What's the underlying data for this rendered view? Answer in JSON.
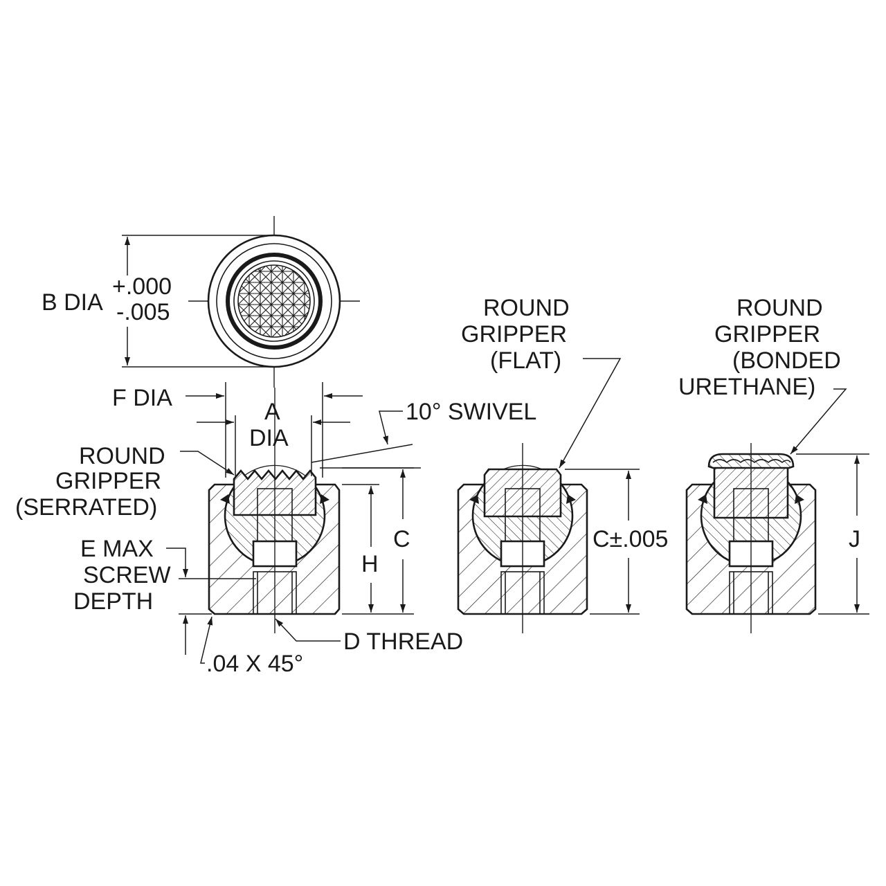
{
  "colors": {
    "ink": "#1a1a1a",
    "paper": "#ffffff"
  },
  "top_view": {
    "b_dia": "B DIA",
    "tol_plus": "+.000",
    "tol_minus": "-.005"
  },
  "serrated_view": {
    "f_dia": "F DIA",
    "a_line1": "A",
    "a_line2": "DIA",
    "swivel": "10° SWIVEL",
    "gripper": [
      "ROUND",
      "GRIPPER",
      "(SERRATED)"
    ],
    "c": "C",
    "h": "H",
    "e_screw": [
      "E MAX",
      "SCREW",
      "DEPTH"
    ],
    "d_thread": "D THREAD",
    "chamfer": ".04 X 45°"
  },
  "flat_view": {
    "gripper": [
      "ROUND",
      "GRIPPER",
      "(FLAT)"
    ],
    "c_tol": "C±.005"
  },
  "urethane_view": {
    "gripper": [
      "ROUND",
      "GRIPPER",
      "(BONDED",
      "URETHANE)"
    ],
    "j": "J"
  }
}
